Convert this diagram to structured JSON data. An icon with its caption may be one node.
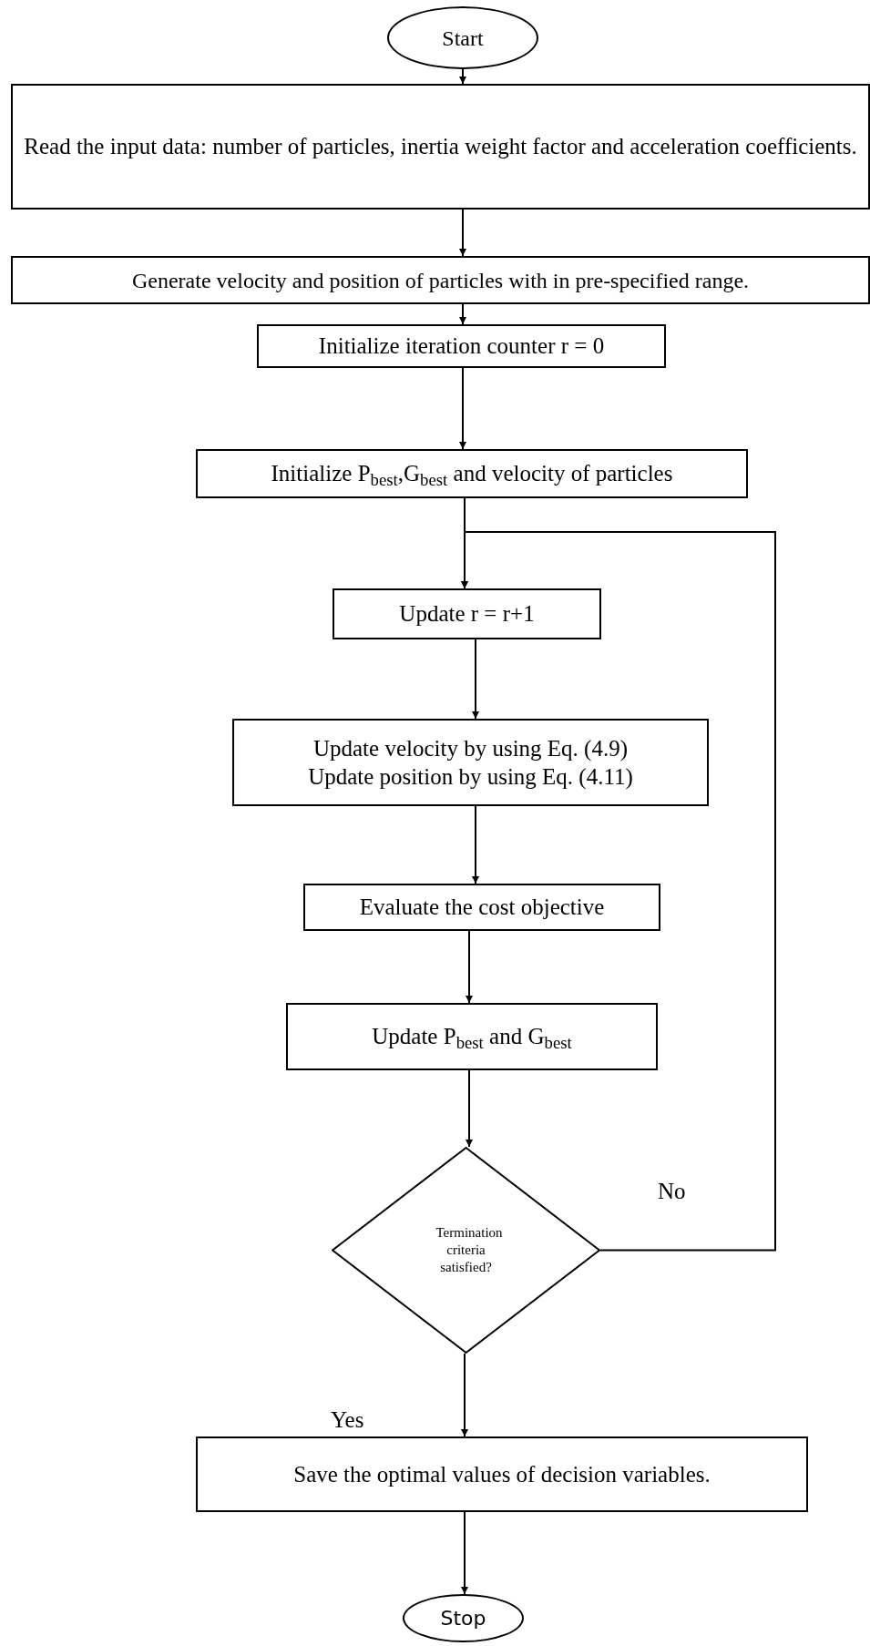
{
  "diagram": {
    "nodes": [
      {
        "text": [
          "Start"
        ]
      },
      {
        "text": [
          "Read the input data: number of particles, inertia weight factor and acceleration coefficients."
        ]
      },
      {
        "text": [
          "Generate velocity and position of particles with in pre-specified range."
        ]
      },
      {
        "text": [
          "Initialize iteration counter r = 0"
        ]
      },
      {
        "text": [
          "Initialize P$_{best}$,G$_{best}$ and velocity of particles"
        ]
      },
      {
        "text": [
          "Update r = r+1"
        ]
      },
      {
        "text": [
          "Update velocity by using Eq. (4.9)",
          "Update position by using Eq. (4.11)"
        ]
      },
      {
        "text": [
          "Evaluate the cost objective"
        ]
      },
      {
        "text": [
          "Update P$_{best}$ and G$_{best}$"
        ]
      },
      {
        "text": [
          "Termination criteria satisfied?"
        ]
      },
      {
        "text": [
          "Save the optimal values of decision variables."
        ]
      },
      {
        "text": [
          "Stop"
        ]
      }
    ],
    "edges": [
      {
        "from": 0,
        "to": 1,
        "arrow": "to"
      },
      {
        "from": 1,
        "to": 2,
        "arrow": "to"
      },
      {
        "from": 2,
        "to": 3,
        "arrow": "to"
      },
      {
        "from": 3,
        "to": 4,
        "arrow": "to"
      },
      {
        "from": 4,
        "to": 5,
        "arrow": "to"
      },
      {
        "from": 5,
        "to": 6,
        "arrow": "to"
      },
      {
        "from": 6,
        "to": 7,
        "arrow": "to"
      },
      {
        "from": 7,
        "to": 8,
        "arrow": "to"
      },
      {
        "from": 8,
        "to": 9,
        "arrow": "to"
      },
      {
        "from": 9,
        "to": 5,
        "arrow": "to",
        "label": "No"
      },
      {
        "from": 9,
        "to": 10,
        "arrow": "to",
        "label": "Yes"
      },
      {
        "from": 10,
        "to": 11,
        "arrow": "to"
      }
    ]
  }
}
